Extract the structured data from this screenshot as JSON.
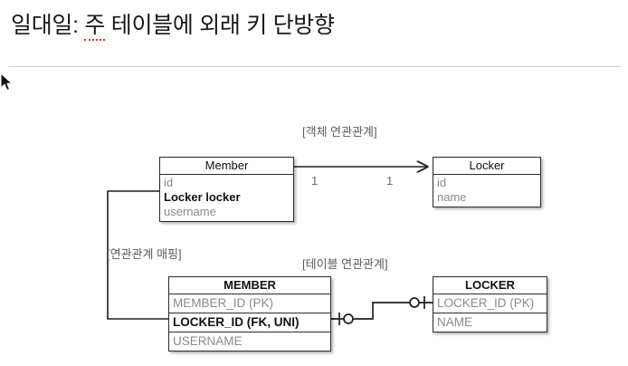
{
  "slide": {
    "title_before": "일대일: ",
    "title_marked_word": "주",
    "title_after": " 테이블에 외래 키 단방향"
  },
  "diagram": {
    "object_relation_label": "[객체 연관관계]",
    "mapping_label": "[연관관계 매핑]",
    "table_relation_label": "[테이블 연관관계]",
    "multiplicity_left": "1",
    "multiplicity_right": "1",
    "object_boxes": [
      {
        "name": "member-entity",
        "title": "Member",
        "attributes": [
          {
            "text": "id",
            "bold": false
          },
          {
            "text": "Locker locker",
            "bold": true
          },
          {
            "text": "username",
            "bold": false
          }
        ]
      },
      {
        "name": "locker-entity",
        "title": "Locker",
        "attributes": [
          {
            "text": "id",
            "bold": false
          },
          {
            "text": "name",
            "bold": false
          }
        ]
      }
    ],
    "table_boxes": [
      {
        "name": "member-table",
        "title": "MEMBER",
        "columns": [
          {
            "text": "MEMBER_ID (PK)",
            "bold": false
          },
          {
            "text": "LOCKER_ID (FK, UNI)",
            "bold": true
          },
          {
            "text": "USERNAME",
            "bold": false
          }
        ]
      },
      {
        "name": "locker-table",
        "title": "LOCKER",
        "columns": [
          {
            "text": "LOCKER_ID (PK)",
            "bold": false
          },
          {
            "text": "NAME",
            "bold": false
          }
        ]
      }
    ]
  },
  "colors": {
    "background": "#ffffff",
    "title_text": "#1a1a1a",
    "spellcheck_underline": "#d93025",
    "divider": "#cfcfcf",
    "box_border": "#2b2b2b",
    "attribute_text": "#8a8a8a",
    "emphasis_text": "#111111",
    "note_text": "#5a5a5a",
    "connector": "#1e1e1e"
  }
}
